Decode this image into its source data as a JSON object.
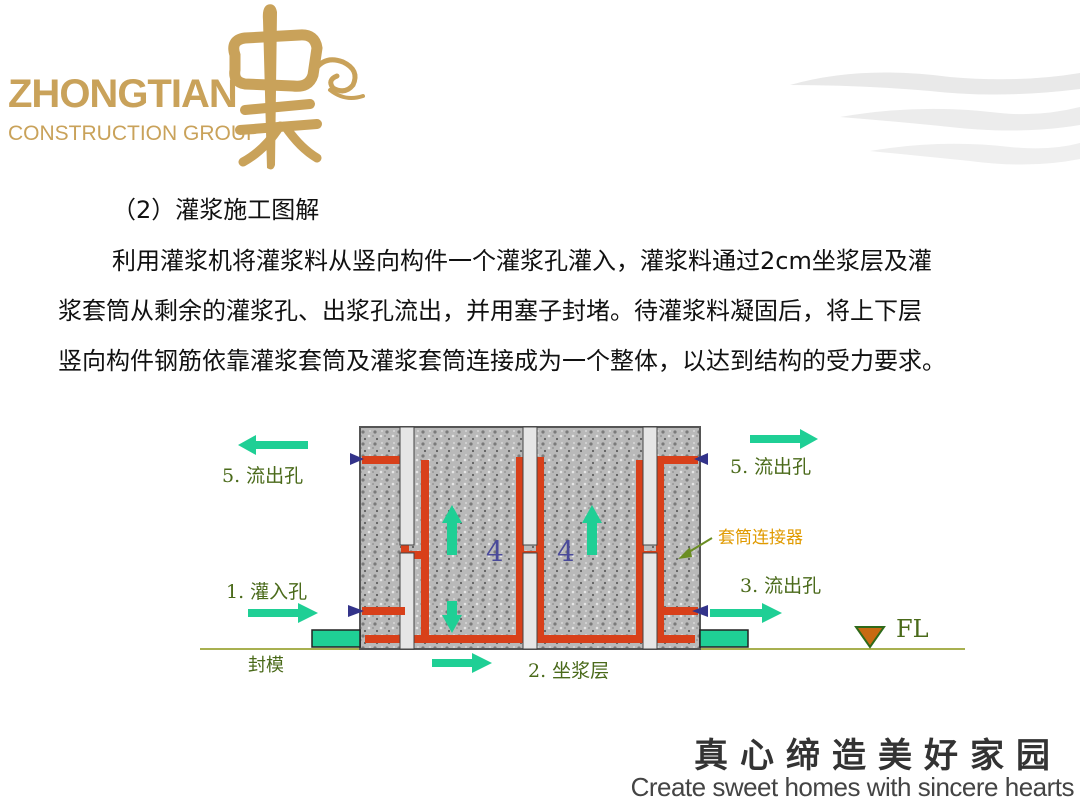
{
  "logo": {
    "name": "ZHONGTIAN",
    "group": "CONSTRUCTION GROUP",
    "brand_color": "#c9a25a"
  },
  "heading": "（2）灌浆施工图解",
  "paragraph": [
    "利用灌浆机将灌浆料从竖向构件一个灌浆孔灌入，灌浆料通过2cm坐浆层及灌",
    "浆套筒从剩余的灌浆孔、出浆孔流出，并用塞子封堵。待灌浆料凝固后，将上下层",
    "竖向构件钢筋依靠灌浆套筒及灌浆套筒连接成为一个整体，以达到结构的受力要求。"
  ],
  "diagram": {
    "labels": {
      "outlet_left": "5. 流出孔",
      "outlet_right_top": "5. 流出孔",
      "inlet": "1. 灌入孔",
      "outlet_right_bottom": "3. 流出孔",
      "sleeve": "套筒连接器",
      "mold": "封模",
      "bedding": "2. 坐浆层",
      "fl": "FL",
      "flow_left": "4",
      "flow_right": "4"
    },
    "colors": {
      "arrow": "#1fcf95",
      "grout_channel": "#d8401a",
      "plug": "#33338a",
      "mold_block": "#1fcf95",
      "label": "#4a6a1a",
      "sleeve_label": "#e09a00",
      "fl_marker": "#c86a12"
    }
  },
  "slogan": {
    "cn": "真心缔造美好家园",
    "en": "Create sweet homes with sincere hearts"
  }
}
